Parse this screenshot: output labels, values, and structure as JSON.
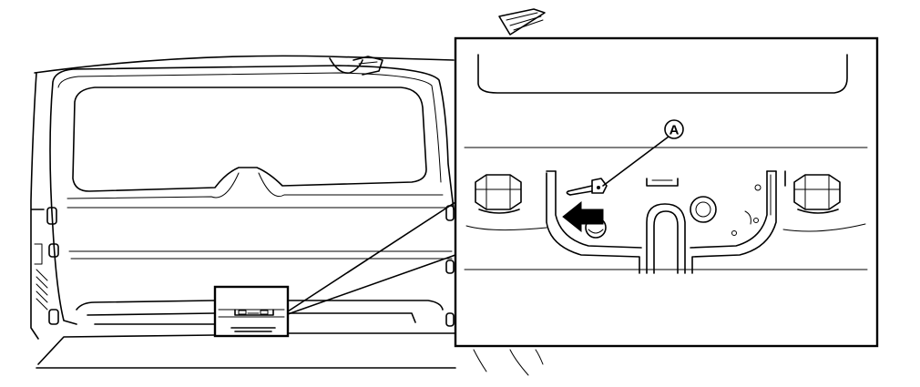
{
  "figure": {
    "callout_label": "A",
    "line_color": "#000000",
    "background_color": "#ffffff",
    "arrow_color": "#000000",
    "parts": [
      "vehicle-rear-body",
      "back-door-outline",
      "back-door-glass",
      "latch-location-box",
      "detail-inset",
      "back-door-lock-assembly",
      "lever",
      "direction-arrow",
      "bolt-left",
      "bolt-right"
    ]
  }
}
